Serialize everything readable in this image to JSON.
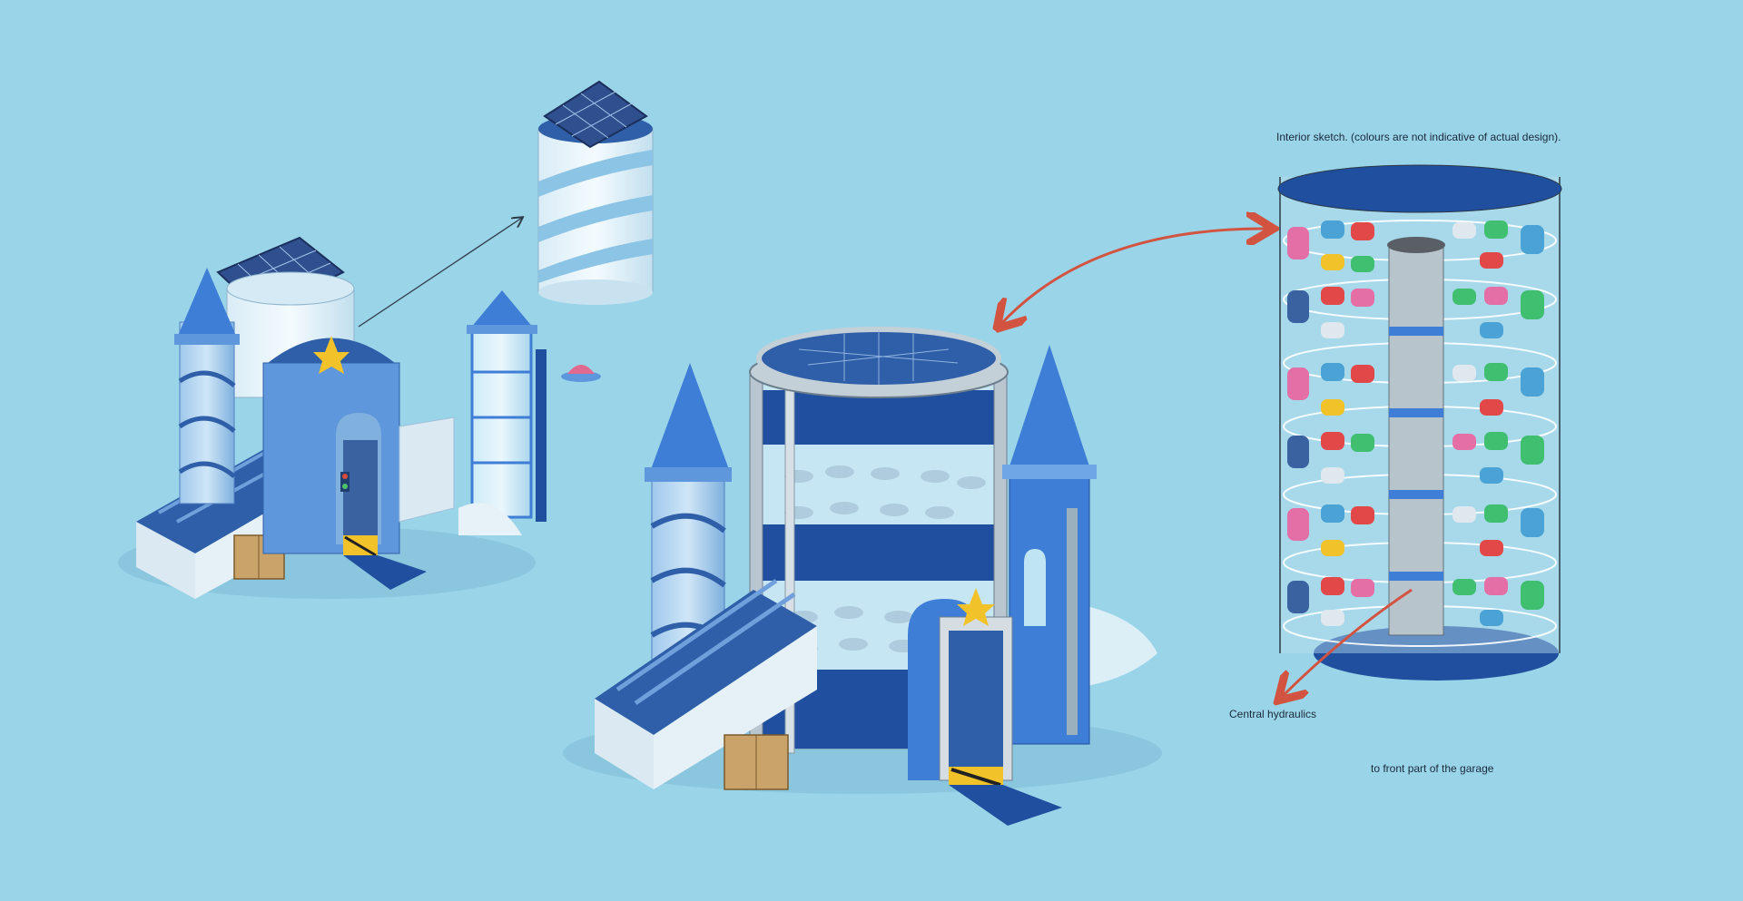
{
  "labels": {
    "interior_sketch": "Interior sketch. (colours are not indicative of actual design).",
    "central_hydraulics": "Central hydraulics",
    "front_part": "to front part of the garage"
  },
  "colors": {
    "background": "#9ad4e8",
    "building_blue": "#3f7ed6",
    "dark_blue": "#1f4f9e",
    "light_panel": "#dbe9f2",
    "glass": "#bfe4f3",
    "accent_red_arrow": "#d2533f",
    "gold_crown": "#f2c22a"
  }
}
